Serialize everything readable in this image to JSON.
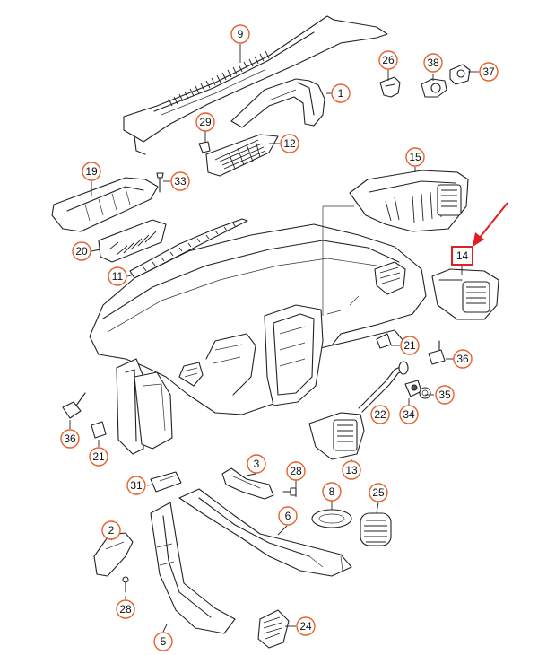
{
  "callouts": [
    {
      "id": "c9",
      "label": "9"
    },
    {
      "id": "c26",
      "label": "26"
    },
    {
      "id": "c38",
      "label": "38"
    },
    {
      "id": "c37",
      "label": "37"
    },
    {
      "id": "c1",
      "label": "1"
    },
    {
      "id": "c29",
      "label": "29"
    },
    {
      "id": "c12",
      "label": "12"
    },
    {
      "id": "c19",
      "label": "19"
    },
    {
      "id": "c33",
      "label": "33"
    },
    {
      "id": "c15",
      "label": "15"
    },
    {
      "id": "c20",
      "label": "20"
    },
    {
      "id": "c11",
      "label": "11"
    },
    {
      "id": "c21a",
      "label": "21"
    },
    {
      "id": "c36a",
      "label": "36"
    },
    {
      "id": "c35",
      "label": "35"
    },
    {
      "id": "c22",
      "label": "22"
    },
    {
      "id": "c34",
      "label": "34"
    },
    {
      "id": "c36b",
      "label": "36"
    },
    {
      "id": "c21b",
      "label": "21"
    },
    {
      "id": "c13",
      "label": "13"
    },
    {
      "id": "c3",
      "label": "3"
    },
    {
      "id": "c28a",
      "label": "28"
    },
    {
      "id": "c31",
      "label": "31"
    },
    {
      "id": "c8",
      "label": "8"
    },
    {
      "id": "c25",
      "label": "25"
    },
    {
      "id": "c6",
      "label": "6"
    },
    {
      "id": "c2",
      "label": "2"
    },
    {
      "id": "c28b",
      "label": "28"
    },
    {
      "id": "c24",
      "label": "24"
    },
    {
      "id": "c5",
      "label": "5"
    }
  ],
  "highlighted_part": {
    "label": "14"
  },
  "colors": {
    "callout_border": "#e8602a",
    "highlight": "#e02020",
    "line": "#222222"
  }
}
